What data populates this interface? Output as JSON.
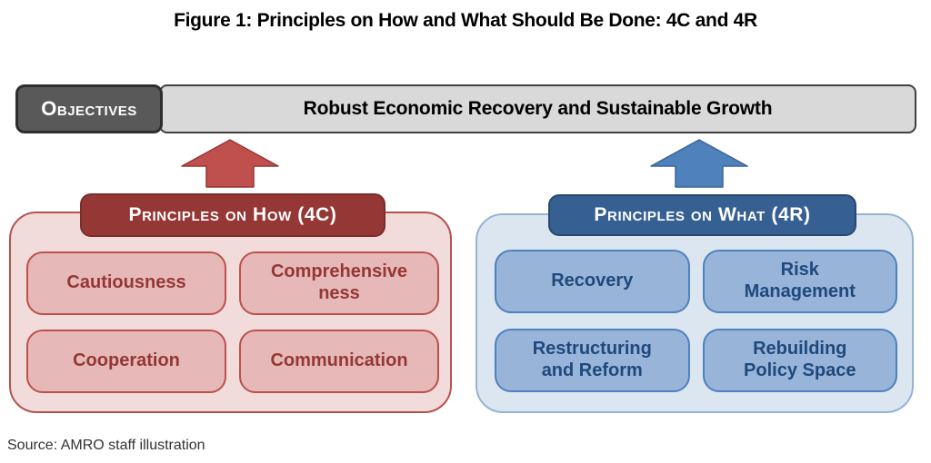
{
  "title": "Figure 1: Principles on How and What Should Be Done: 4C and 4R",
  "objectives": {
    "label": "Objectives",
    "goal": "Robust Economic Recovery and Sustainable Growth"
  },
  "how_group": {
    "header": "Principles on How (4C)",
    "items": [
      {
        "label": "Cautiousness"
      },
      {
        "label": "Comprehensive\nness"
      },
      {
        "label": "Cooperation"
      },
      {
        "label": "Communication"
      }
    ]
  },
  "what_group": {
    "header": "Principles on What (4R)",
    "items": [
      {
        "label": "Recovery"
      },
      {
        "label": "Risk\nManagement"
      },
      {
        "label": "Restructuring\nand Reform"
      },
      {
        "label": "Rebuilding\nPolicy Space"
      }
    ]
  },
  "source": "Source: AMRO staff illustration",
  "colors": {
    "red_arrow_fill": "#C0504D",
    "red_arrow_stroke": "#963634",
    "red_header": "#953735",
    "red_cell": "#E6B9B8",
    "red_container": "#F2DCDB",
    "blue_arrow_fill": "#4F81BD",
    "blue_arrow_stroke": "#3A6596",
    "blue_header": "#376092",
    "blue_cell": "#98B4D8",
    "blue_container": "#DCE6F1",
    "blue_text": "#1F497D",
    "objectives_box": "#595959",
    "goal_bar": "#D9D9D9"
  }
}
